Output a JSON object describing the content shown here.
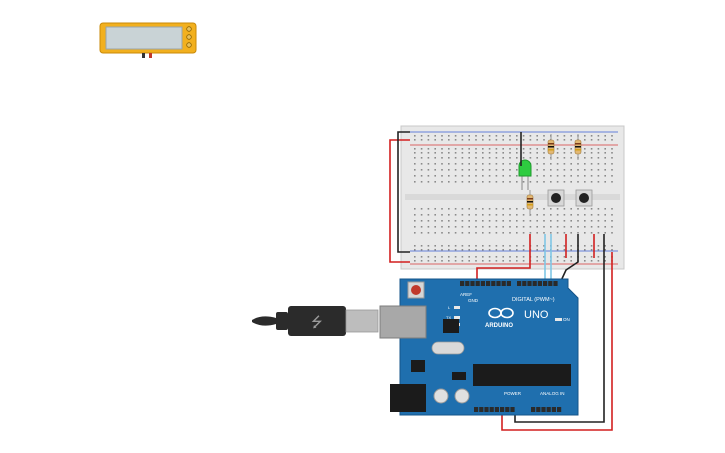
{
  "canvas": {
    "background": "#ffffff"
  },
  "display": {
    "name": "lcd-display",
    "body_color": "#f2b01e",
    "screen_color": "#c9d3d6"
  },
  "arduino": {
    "brand": "ARDUINO",
    "model": "UNO",
    "digital_label": "DIGITAL (PWM~)",
    "power_label": "POWER",
    "analog_label": "ANALOG IN",
    "on_label": "ON",
    "tx_label": "TX",
    "rx_label": "RX",
    "l_label": "L",
    "aref_label": "AREF",
    "gnd_label": "GND",
    "board_color": "#1f6fae"
  },
  "breadboard": {
    "color": "#e8e8e8",
    "rail_red": "#d63a3a",
    "rail_blue": "#3a5fd6"
  },
  "components": {
    "led_color": "#2ecc40",
    "wire_red": "#d21f1f",
    "wire_black": "#222222",
    "wire_blue": "#7ec6e6",
    "usb_cable_color": "#2b2b2b"
  }
}
